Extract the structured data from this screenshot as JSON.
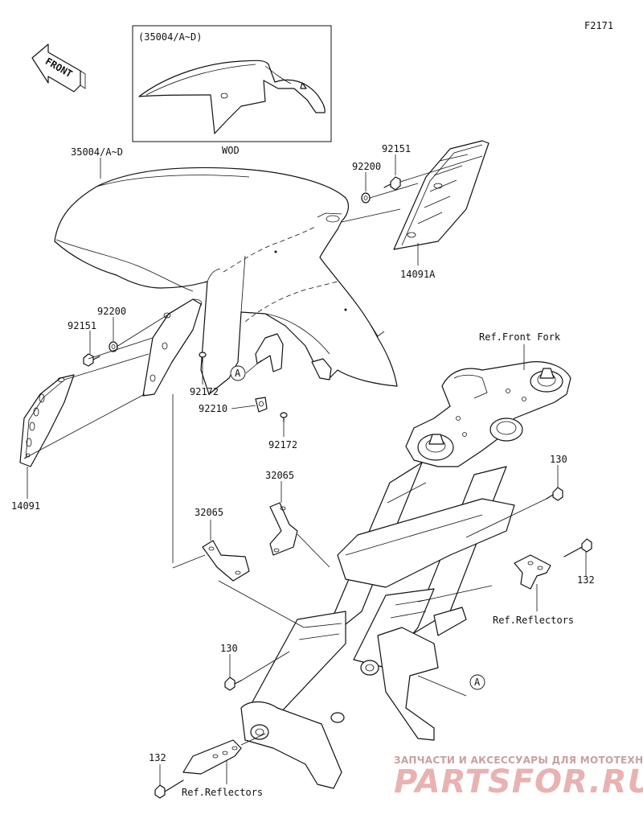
{
  "figure_code": "F2171",
  "front_arrow": {
    "label": "FRONT"
  },
  "inset": {
    "title": "(35004/A~D)",
    "caption": "WOD"
  },
  "callouts": {
    "fender": "35004/A~D",
    "bolt_right": "92151",
    "washer_right": "92200",
    "guard_right": "14091A",
    "washer_left": "92200",
    "bolt_left": "92151",
    "screw_upper": "92172",
    "clip": "92210",
    "screw_lower": "92172",
    "guard_left": "14091",
    "front_fork_ref": "Ref.Front Fork",
    "bolt_130_upper": "130",
    "bolt_132_right": "132",
    "reflectors_right": "Ref.Reflectors",
    "bracket_upper": "32065",
    "bracket_lower": "32065",
    "bolt_130_lower": "130",
    "bolt_132_lower": "132",
    "reflectors_lower": "Ref.Reflectors",
    "marker_a_fender": "A",
    "marker_a_fork": "A"
  },
  "watermark": {
    "line1": "ЗАПЧАСТИ И АКСЕССУАРЫ ДЛЯ МОТОТЕХНИКИ",
    "line2": "PARTSFOR.RU"
  }
}
